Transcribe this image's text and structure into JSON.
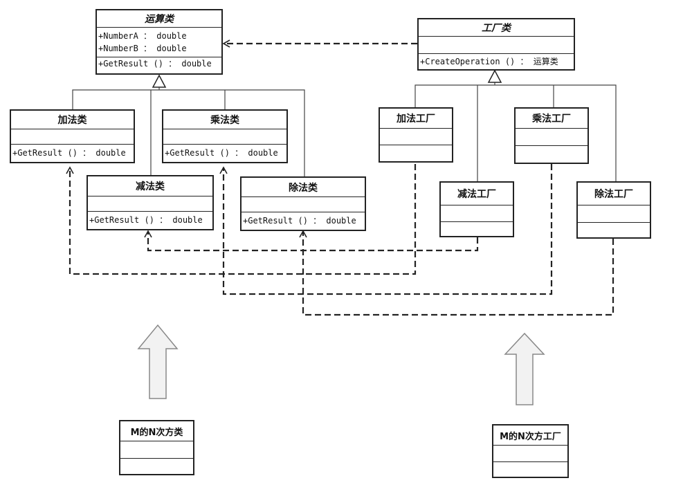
{
  "operation": {
    "name": "运算类",
    "attributes": [
      "+NumberA ： double",
      "+NumberB ： double"
    ],
    "methods": [
      "+GetResult () ： double"
    ]
  },
  "factory": {
    "name": "工厂类",
    "methods": [
      "+CreateOperation () ： 运算类"
    ]
  },
  "subclasses": {
    "add": {
      "name": "加法类",
      "method": "+GetResult () ： double"
    },
    "sub": {
      "name": "减法类",
      "method": "+GetResult () ： double"
    },
    "mul": {
      "name": "乘法类",
      "method": "+GetResult () ： double"
    },
    "div": {
      "name": "除法类",
      "method": "+GetResult () ： double"
    }
  },
  "factories": {
    "add": {
      "name": "加法工厂"
    },
    "sub": {
      "name": "减法工厂"
    },
    "mul": {
      "name": "乘法工厂"
    },
    "div": {
      "name": "除法工厂"
    }
  },
  "extension": {
    "power_class": {
      "name": "M的N次方类"
    },
    "power_factory": {
      "name": "M的N次方工厂"
    }
  }
}
